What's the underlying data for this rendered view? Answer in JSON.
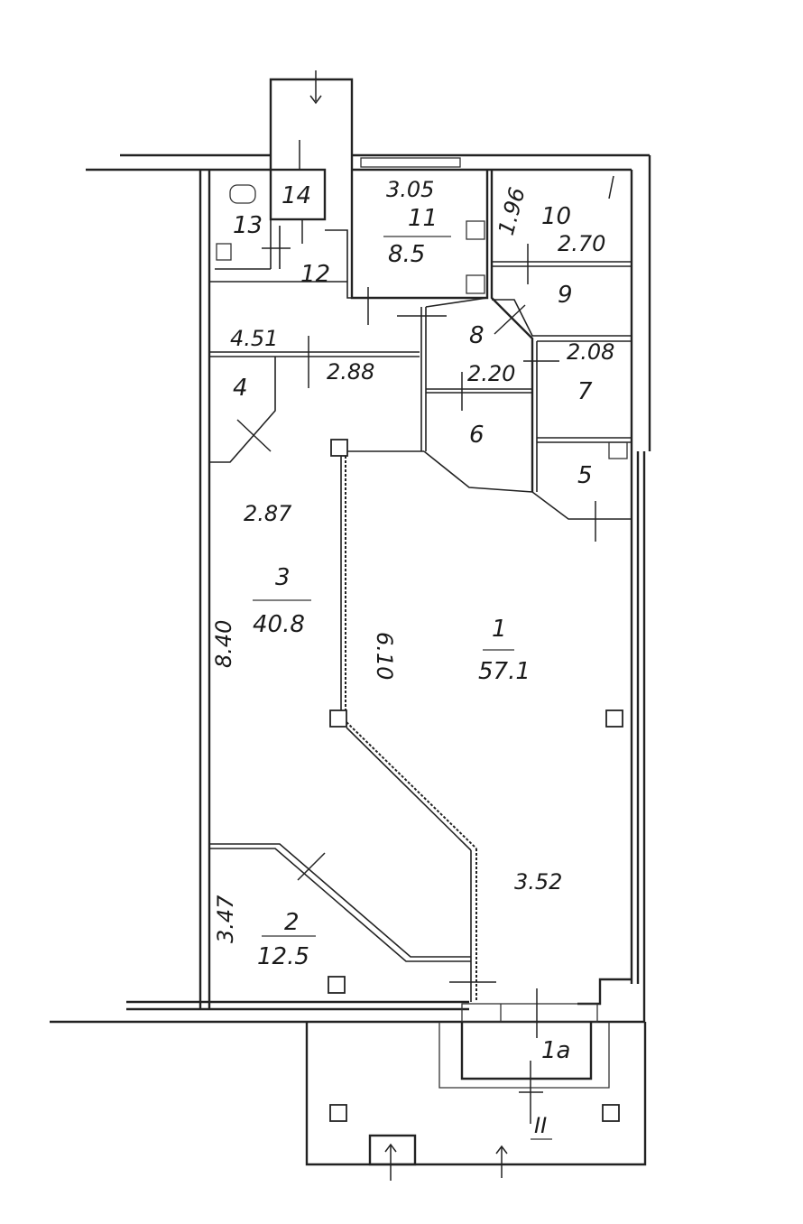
{
  "rooms": {
    "r1": {
      "number": "1",
      "area": "57.1",
      "height": "3.52"
    },
    "r1a": {
      "number": "1a"
    },
    "r2": {
      "number": "2",
      "area": "12.5",
      "height": "3.47"
    },
    "r3": {
      "number": "3",
      "area": "40.8",
      "height": "2.87",
      "length": "8.40"
    },
    "r4": {
      "number": "4"
    },
    "r5": {
      "number": "5"
    },
    "r6": {
      "number": "6"
    },
    "r7": {
      "number": "7",
      "dim": "2.08"
    },
    "r8": {
      "number": "8",
      "dim": "2.20"
    },
    "r9": {
      "number": "9"
    },
    "r10": {
      "number": "10",
      "dim1": "1.96",
      "dim2": "2.70"
    },
    "r11": {
      "number": "11",
      "area": "8.5",
      "dim": "3.05"
    },
    "r12": {
      "number": "12"
    },
    "r13": {
      "number": "13"
    },
    "r14": {
      "number": "14"
    }
  },
  "dimensions": {
    "corridor": "4.51",
    "hall": "2.88",
    "partition": "6.10"
  },
  "section_mark": "II"
}
